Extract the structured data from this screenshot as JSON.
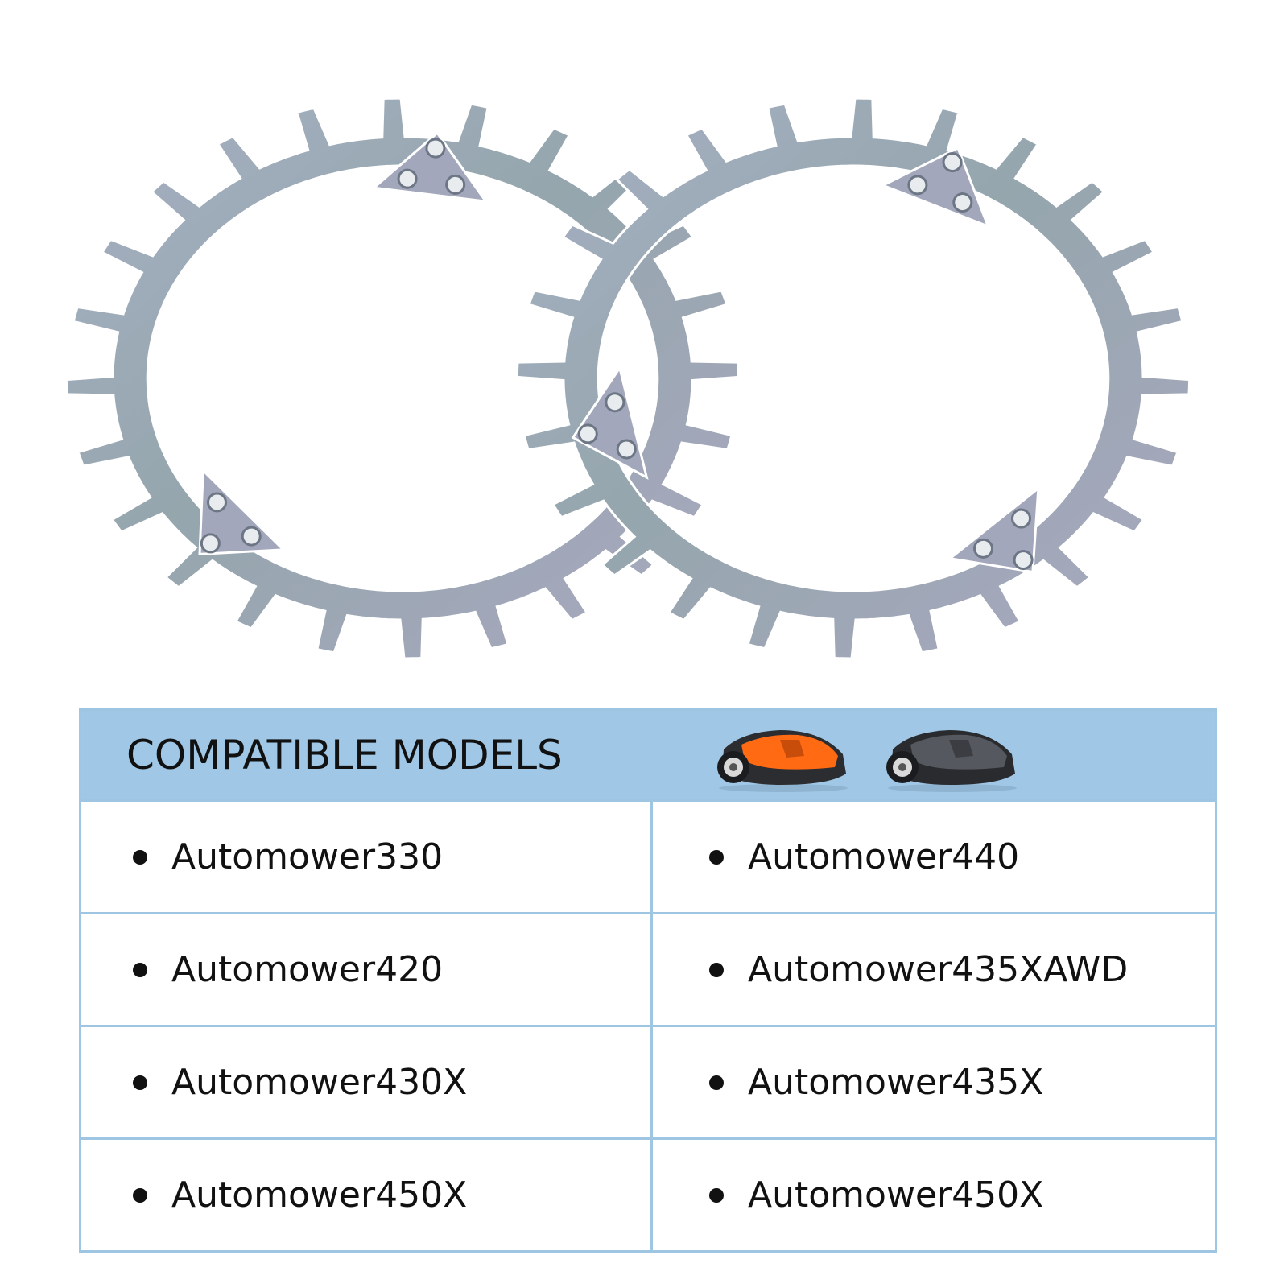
{
  "colors": {
    "header_bg": "#a0c8e6",
    "border": "#9ec6e3",
    "metal": "#9aa6b4",
    "mower_orange": "#ff6a13",
    "mower_dark": "#3b3d42"
  },
  "icons": {
    "product": "spiked-wheel-rings-image",
    "mowers": [
      "robotic-mower-orange-icon",
      "robotic-mower-gray-icon"
    ]
  },
  "table": {
    "title": "COMPATIBLE MODELS",
    "rows": [
      {
        "left": "Automower330",
        "right": "Automower440"
      },
      {
        "left": "Automower420",
        "right": "Automower435XAWD"
      },
      {
        "left": "Automower430X",
        "right": "Automower435X"
      },
      {
        "left": "Automower450X",
        "right": "Automower450X"
      }
    ]
  }
}
